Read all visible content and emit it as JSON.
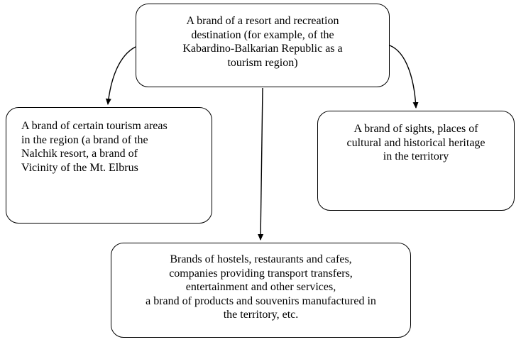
{
  "diagram": {
    "nodes": {
      "top": {
        "lines": [
          "A brand of a resort and recreation",
          "destination (for example, of the",
          "Kabardino-Balkarian Republic as a",
          "tourism region)"
        ]
      },
      "left": {
        "lines": [
          "A brand of certain tourism areas",
          "in the region (a brand of the",
          "Nalchik resort, a brand of",
          "Vicinity of the Mt. Elbrus"
        ]
      },
      "right": {
        "lines": [
          "A brand of sights, places of",
          "cultural and historical heritage",
          "in the territory"
        ]
      },
      "bottom": {
        "lines": [
          "Brands of hostels, restaurants and cafes,",
          "companies providing transport transfers,",
          "entertainment and other services,",
          "a brand of products and souvenirs manufactured in",
          "the territory, etc."
        ]
      }
    },
    "edges": [
      {
        "from": "top",
        "to": "left"
      },
      {
        "from": "top",
        "to": "right"
      },
      {
        "from": "top",
        "to": "bottom"
      }
    ],
    "line_color": "#000000"
  }
}
